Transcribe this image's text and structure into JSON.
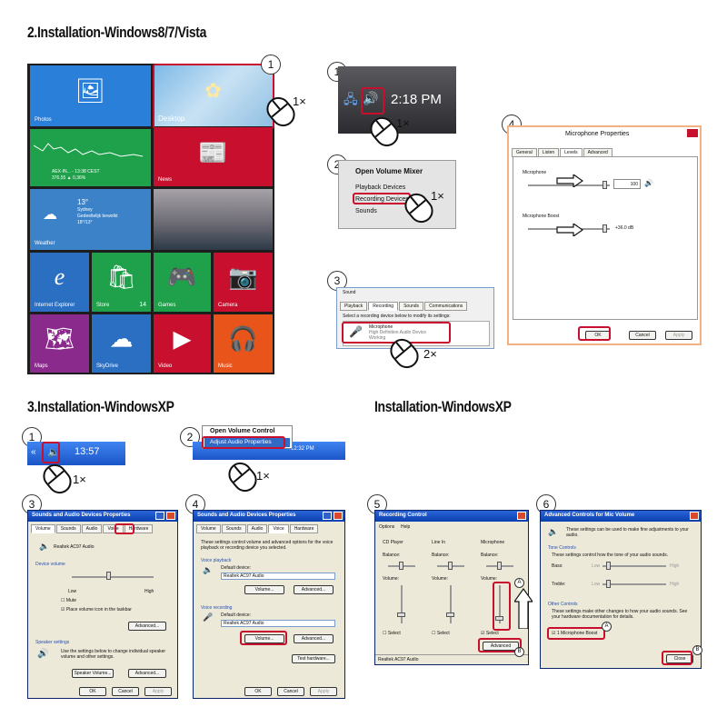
{
  "headings": {
    "win8": "2.Installation-Windows8/7/Vista",
    "xp": "3.Installation-WindowsXP",
    "xp2": "Installation-WindowsXP"
  },
  "step_numbers": [
    "1",
    "2",
    "3",
    "4",
    "5",
    "6"
  ],
  "click_labels": {
    "single": "1×",
    "double": "2×"
  },
  "metro_tiles": {
    "photos": "Photos",
    "desktop": "Desktop",
    "finance_line1": "AEX-IN... - 13:38 CEST",
    "finance_line2": "376,55 ▲ 0,36%",
    "news": "News",
    "weather_temp": "13°",
    "weather_city": "Sydney",
    "weather_desc": "Gedeeltelijk bewolkt",
    "weather_range": "18°/13°",
    "weather": "Weather",
    "ie": "Internet Explorer",
    "store": "Store",
    "store_badge": "14",
    "games": "Games",
    "camera": "Camera",
    "maps": "Maps",
    "skydrive": "SkyDrive",
    "video": "Video",
    "music": "Music"
  },
  "vista_tray": {
    "time": "2:18 PM"
  },
  "vista_menu": {
    "title": "Open Volume Mixer",
    "items": [
      "Playback Devices",
      "Recording Devices",
      "Sounds"
    ]
  },
  "sound_dialog": {
    "title": "Sound",
    "tabs": [
      "Playback",
      "Recording",
      "Sounds",
      "Communications"
    ],
    "instruction": "Select a recording device below to modify its settings:",
    "device": "Microphone",
    "device_sub": "High Definition Audio Device",
    "device_status": "Working"
  },
  "mic_props": {
    "title": "Microphone Properties",
    "tabs": [
      "General",
      "Listen",
      "Levels",
      "Advanced"
    ],
    "mic_label": "Microphone",
    "mic_value": "100",
    "boost_label": "Microphone Boost",
    "boost_value": "+36.0 dB",
    "ok": "OK",
    "cancel": "Cancel",
    "apply": "Apply"
  },
  "xp_tray": {
    "time": "13:57"
  },
  "xp_menu": {
    "items": [
      "Open Volume Control",
      "Adjust Audio Properties"
    ],
    "time": "12:32 PM"
  },
  "xp_sound3": {
    "title": "Sounds and Audio Devices Properties",
    "tabs": [
      "Volume",
      "Sounds",
      "Audio",
      "Voice",
      "Hardware"
    ],
    "device": "Realtek AC97 Audio",
    "device_volume": "Device volume",
    "low": "Low",
    "high": "High",
    "mute": "Mute",
    "tray": "Place volume icon in the taskbar",
    "advanced": "Advanced...",
    "speaker_settings": "Speaker settings",
    "speaker_text": "Use the settings below to change individual speaker volume and other settings.",
    "speaker_volume": "Speaker Volume...",
    "advanced2": "Advanced...",
    "ok": "OK",
    "cancel": "Cancel",
    "apply": "Apply"
  },
  "xp_sound4": {
    "title": "Sounds and Audio Devices Properties",
    "tabs": [
      "Volume",
      "Sounds",
      "Audio",
      "Voice",
      "Hardware"
    ],
    "desc": "These settings control volume and advanced options for the voice playback or recording device you selected.",
    "voice_playback": "Voice playback",
    "default_device": "Default device:",
    "device": "Realtek AC97 Audio",
    "volume": "Volume...",
    "advanced": "Advanced...",
    "voice_recording": "Voice recording",
    "default_device2": "Default device:",
    "device2": "Realtek AC97 Audio",
    "volume2": "Volume...",
    "advanced2": "Advanced...",
    "test": "Test hardware...",
    "ok": "OK",
    "cancel": "Cancel",
    "apply": "Apply"
  },
  "rec_control": {
    "title": "Recording Control",
    "menu": [
      "Options",
      "Help"
    ],
    "columns": [
      "CD Player",
      "Line In",
      "Microphone"
    ],
    "balance": "Balance:",
    "volume": "Volume:",
    "select": "Select",
    "advanced": "Advanced",
    "status": "Realtek AC97 Audio",
    "mark_a": "A",
    "mark_b": "B"
  },
  "adv_controls": {
    "title": "Advanced Controls for Mic Volume",
    "intro": "These settings can be used to make fine adjustments to your audio.",
    "tone": "Tone Controls",
    "tone_text": "These settings control how the tone of your audio sounds.",
    "bass": "Bass:",
    "treble": "Treble:",
    "low": "Low",
    "high": "High",
    "other": "Other Controls",
    "other_text": "These settings make other changes to how your audio sounds. See your hardware documentation for details.",
    "boost": "1 Microphone Boost",
    "close": "Close",
    "mark_a": "A",
    "mark_b": "B"
  }
}
